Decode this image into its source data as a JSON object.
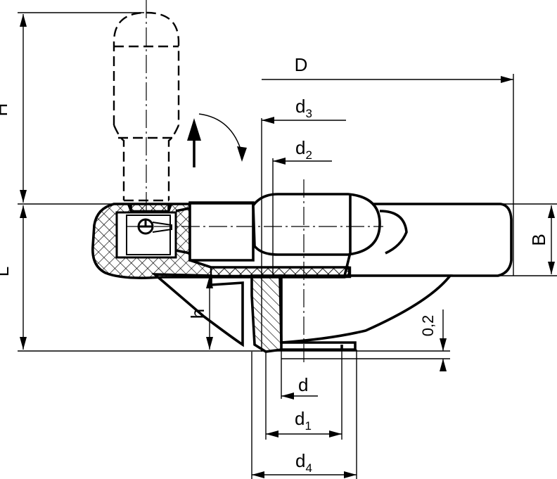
{
  "labels": {
    "H": "H",
    "L": "L",
    "D": "D",
    "d3": "d",
    "d3_sub": "3",
    "d2": "d",
    "d2_sub": "2",
    "B": "B",
    "h": "h",
    "gap": "0,2",
    "d": "d",
    "d1": "d",
    "d1_sub": "1",
    "d4": "d",
    "d4_sub": "4"
  }
}
